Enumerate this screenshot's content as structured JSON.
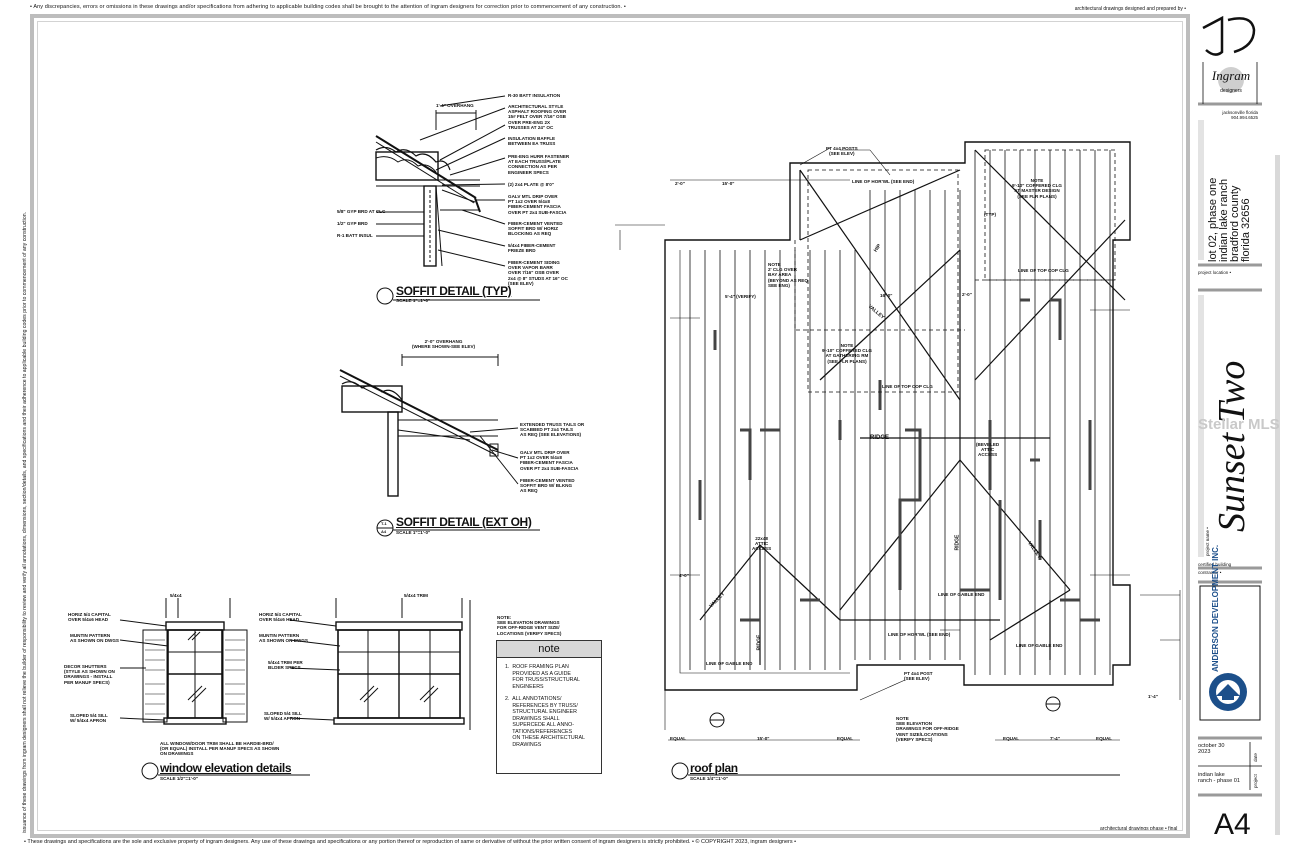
{
  "header": {
    "top_note": "• Any discrepancies, errors or omissions in these drawings and/or specifications from adhering to applicable building codes shall be brought to the attention of ingram designers for correction prior to commencement of any construction. •",
    "top_right_note": "architectural drawings designed and prepared by •",
    "bottom_note": "• These drawings and specifications are the sole and exclusive property of ingram designers. Any use of these drawings and specifications or any portion thereof or reproduction of same or derivative of without the prior written consent of ingram designers is strictly prohibited. • © COPYRIGHT 2023, ingram designers •",
    "phase_note": "architectural drawings phase • final",
    "side_note": "issuance of these drawings from ingram designers shall not relieve the builder of responsibility to review and verify all annotations, dimensions, section/details, and specifications and their adherence to applicable building codes prior to commencement of any construction."
  },
  "soffit_typ": {
    "title": "SOFFIT DETAIL (TYP)",
    "scale": "SCALE 1\"=1'-0\"",
    "overhang": "1'-4\" OVERHANG",
    "labels": [
      "R-30 BATT INSULATION",
      "ARCHITECTURAL STYLE\nASPHALT ROOFING OVER\n15# FELT OVER 7/16\" OSB\nOVER PRE-ENG 2X\nTRUSSES AT 24\" OC",
      "INSULATION BAFFLE\nBETWEEN EA TRUSS",
      "PRE-ENG HURR FASTENER\nAT EACH TRUSS/PLATE\nCONNECTION AS PER\nENGINEER SPECS",
      "(2) 2x4 PLATE @ 8'0\"",
      "GALV MTL DRIP OVER\nPT 1x2 OVER 5/4x8\nFIBER-CEMENT FASCIA\nOVER PT 2x4 SUB-FASCIA",
      "FIBER-CEMENT VENTED\nSOFFIT BRD W/ HORIZ\nBLOCKING AS REQ",
      "5/4x4 FIBER-CEMENT\nFRIEZE BRD",
      "FIBER-CEMENT SIDING\nOVER VAPOR BARR\nOVER 7/16\" OSB OVER\n2x4 @ 8\" STUDS AT 16\" OC\n(SEE ELEV)"
    ],
    "left_labels": [
      "5/8\" GYP BRD AT CLG",
      "1/2\" GYP BRD",
      "R-1 BATT INSUL"
    ]
  },
  "soffit_ext": {
    "title": "SOFFIT DETAIL (EXT OH)",
    "scale": "SCALE 1\"=1'-0\"",
    "tag_top": "T-1",
    "tag_bottom": "A4",
    "overhang": "2'-0\" OVERHANG\n(WHERE SHOWN-SEE ELEV)",
    "labels": [
      "EXTENDED TRUSS TAILS OR\nSCABBED PT 2x4 TAILS\nAS REQ (SEE ELEVATIONS)",
      "GALV MTL DRIP OVER\nPT 1x2 OVER 5/4x8\nFIBER-CEMENT FASCIA\nOVER PT 2x4 SUB-FASCIA",
      "FIBER-CEMENT VENTED\nSOFFIT BRD W/ BLKNG\nAS REQ"
    ]
  },
  "window": {
    "title": "window elevation details",
    "scale": "SCALE 1/2\"=1'-0\"",
    "left_labels": [
      "HORIZ 5/4 CAPITAL\nOVER 5/4x6 HEAD",
      "MUNTIN PATTERN\nAS SHOWN ON DWGS",
      "DECOR SHUTTERS\n(STYLE AS SHOWN ON\nDRAWINGS - INSTALL\nPER MANUF SPECS)",
      "SLOPED 5/4 SILL\nW/ 5/4x4 APRON"
    ],
    "mid_labels": [
      "HORIZ 5/4 CAPITAL\nOVER 5/4x6 HEAD",
      "MUNTIN PATTERN\nAS SHOWN ON DWGS",
      "5/4x4 TRIM PER\nBLDER SPECS",
      "SLOPED 5/4 SILL\nW/ 5/4x4 APRON"
    ],
    "trim_left": "5/4x4",
    "trim_right": "5/4x4 TRIM",
    "bottom_note": "ALL WINDOW/DOOR TRIM SHALL BE HARDIE-BRD/\n(OR EQUAL) INSTALL PER MANUF SPECS AS SHOWN\nON DRAWINGS"
  },
  "vent_note": "NOTE:\nSEE ELEVATION DRAWINGS\nFOR OFF-RIDGE VENT SIZE/\nLOCATIONS (VERIFY SPECS)",
  "note_box": {
    "heading": "note",
    "items": [
      "1.  ROOF FRAMING PLAN\n     PROVIDED AS A GUIDE\n     FOR TRUSS/STRUCTURAL\n     ENGINEERS",
      "2.  ALL ANNOTATIONS/\n     REFERENCES BY TRUSS/\n     STRUCTURAL ENGINEER\n     DRAWINGS SHALL\n     SUPERCEDE ALL ANNO-\n     TATIONS/REFERENCES\n     ON THESE ARCHITECTURAL\n     DRAWINGS"
    ]
  },
  "roof": {
    "title": "roof plan",
    "scale": "SCALE 1/4\"=1'-0\"",
    "labels": {
      "posts_top": "PT 4x4 POSTS\n(SEE ELEV)",
      "line_hor_top": "LINE OF HOR'WL (SEE END)",
      "coffered_right": "NOTE\n9'-10\" COFFERED CLG\nAT MASTER DESIGN\n(SEE FLR PLANS)",
      "coffered_center": "NOTE\n9'-10\" COFFERED CLG\nAT GATHERING RM\n(SEE FLR PLANS)",
      "bay_note": "NOTE\n2' CLG OVER\nBAY AREA\n(BEYOND AS REQ\nSEE ENG)",
      "line_top_clg": "LINE OF TOP COP CLG",
      "line_top_clg2": "LINE OF TOP COP CLG",
      "line_gable_mid": "LINE OF GABLE END",
      "line_hor_mid": "LINE OF HOR'WL (SEE END)",
      "line_gable_bottom": "LINE OF GABLE END",
      "line_gable_right": "LINE OF GABLE END",
      "post_bottom": "PT 4x4 POST\n(SEE ELEV)",
      "attic": "22x48\nATTIC\nACCESS",
      "attic2": "(BEVELED\nATTIC\nACCESS",
      "vent_note": "NOTE\nSEE ELEVATION\nDRAWINGS FOR OFF-RIDGE\nVENT SIZE/LOCATIONS\n(VERIFY SPECS)",
      "ridge": "RIDGE",
      "valley": "VALLEY",
      "hip": "HIP",
      "equal": "EQUAL",
      "dims": {
        "d1": "2'-0\"",
        "d2": "15'-0\"",
        "d3": "16'-0\"",
        "d4": "7'-4\"",
        "d5": "4'-0\"",
        "d6": "1'-4\"",
        "d7": "2'-0\"",
        "d8": "5'-4\" (VERIFY)",
        "d9": "(TYP)"
      }
    }
  },
  "title_block": {
    "brand_name": "Ingram",
    "brand_sub": "designers",
    "city_line1": "jacksonville florida",
    "city_line2": "904.994.6525",
    "project_lines": [
      "lot 02, phase one",
      "indian lake ranch",
      "bradford county",
      "florida 32656"
    ],
    "project_location_label": "project location •",
    "project_name": "Sunset Two",
    "project_name_label": "project name •",
    "contractor_label1": "certified building",
    "contractor_label2": "contractor •",
    "contractor_company": "ANDERSON\nDEVELOPMENT\nINC.",
    "date": "october 30\n2023",
    "date_label": "date",
    "project": "indian lake\nranch - phase 01",
    "project_label": "project",
    "sheet_number": "A4"
  },
  "watermark": "Stellar MLS"
}
